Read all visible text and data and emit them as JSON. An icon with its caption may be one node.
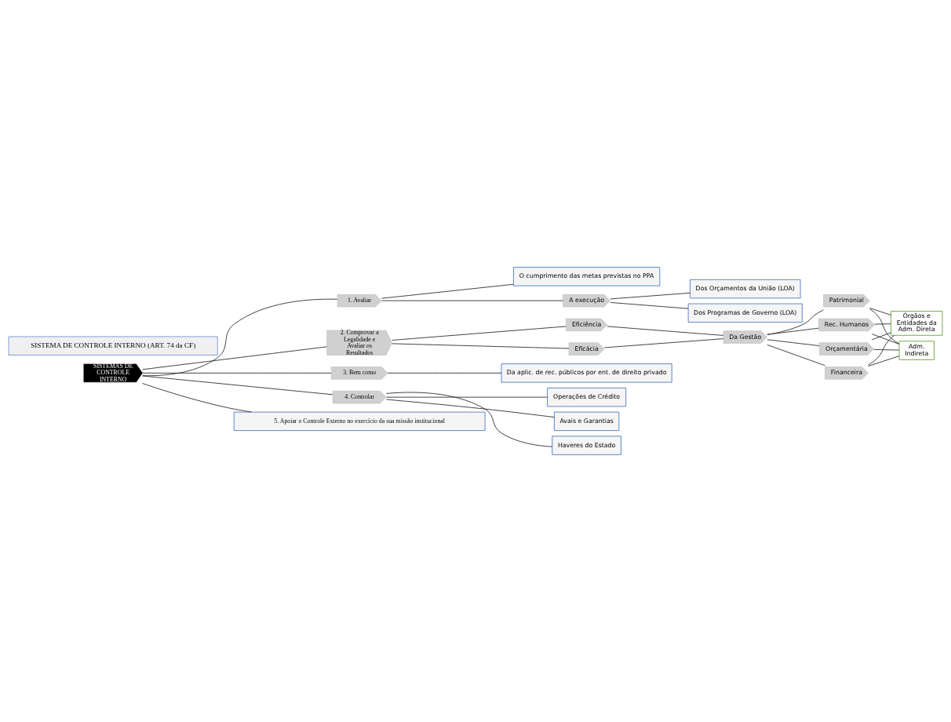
{
  "diagram": {
    "nodes": [
      {
        "text": [
          "SISTEMA DE CONTROLE INTERNO (ART. 74 da CF)"
        ]
      },
      {
        "text": [
          "SISTEMAS DE CONTROLE INTERNO"
        ]
      },
      {
        "text": [
          "1. Avaliar"
        ]
      },
      {
        "text": [
          "O cumprimento das metas previstas no PPA"
        ]
      },
      {
        "text": [
          "A execução"
        ]
      },
      {
        "text": [
          "Dos Programas de Governo (LOA)"
        ]
      },
      {
        "text": [
          "Dos Orçamentos da União (LOA)"
        ]
      },
      {
        "text": [
          "2. Comprovar a Legalidade e Avaliar os Resultados"
        ]
      },
      {
        "text": [
          "Eficiência"
        ]
      },
      {
        "text": [
          "Eficácia"
        ]
      },
      {
        "text": [
          "Da Gestão"
        ]
      },
      {
        "text": [
          "Orçamentária"
        ]
      },
      {
        "text": [
          "Financeira"
        ]
      },
      {
        "text": [
          "Patrimonial"
        ]
      },
      {
        "text": [
          "Rec. Humanos"
        ]
      },
      {
        "text": [
          "Órgãos e Entidades da Adm. Direta"
        ]
      },
      {
        "text": [
          "Adm. Indireta"
        ]
      },
      {
        "text": [
          "3. Bem como"
        ]
      },
      {
        "text": [
          "Da aplic. de rec. públicos por ent. de direito privado"
        ]
      },
      {
        "text": [
          "4. Controlar"
        ]
      },
      {
        "text": [
          "Operações de Crédito"
        ]
      },
      {
        "text": [
          "Avais e Garantias"
        ]
      },
      {
        "text": [
          "Haveres do Estado"
        ]
      },
      {
        "text": [
          "5. Apoiar o Controle Externo no exercício da sua missão institucional"
        ]
      }
    ],
    "edges": [
      {
        "from": 1,
        "to": 2,
        "arrow": "none"
      },
      {
        "from": 1,
        "to": 7,
        "arrow": "none"
      },
      {
        "from": 1,
        "to": 17,
        "arrow": "none"
      },
      {
        "from": 1,
        "to": 19,
        "arrow": "none"
      },
      {
        "from": 1,
        "to": 23,
        "arrow": "none"
      },
      {
        "from": 2,
        "to": 3,
        "arrow": "none"
      },
      {
        "from": 2,
        "to": 4,
        "arrow": "none"
      },
      {
        "from": 4,
        "to": 5,
        "arrow": "none"
      },
      {
        "from": 4,
        "to": 6,
        "arrow": "none"
      },
      {
        "from": 7,
        "to": 8,
        "arrow": "none"
      },
      {
        "from": 7,
        "to": 9,
        "arrow": "none"
      },
      {
        "from": 8,
        "to": 10,
        "arrow": "none"
      },
      {
        "from": 9,
        "to": 10,
        "arrow": "none"
      },
      {
        "from": 10,
        "to": 11,
        "arrow": "none"
      },
      {
        "from": 10,
        "to": 12,
        "arrow": "none"
      },
      {
        "from": 10,
        "to": 13,
        "arrow": "none"
      },
      {
        "from": 10,
        "to": 14,
        "arrow": "none"
      },
      {
        "from": 11,
        "to": 15,
        "arrow": "none"
      },
      {
        "from": 11,
        "to": 16,
        "arrow": "none"
      },
      {
        "from": 12,
        "to": 15,
        "arrow": "none"
      },
      {
        "from": 12,
        "to": 16,
        "arrow": "none"
      },
      {
        "from": 13,
        "to": 15,
        "arrow": "none"
      },
      {
        "from": 13,
        "to": 16,
        "arrow": "none"
      },
      {
        "from": 14,
        "to": 15,
        "arrow": "none"
      },
      {
        "from": 14,
        "to": 16,
        "arrow": "none"
      },
      {
        "from": 17,
        "to": 18,
        "arrow": "none"
      },
      {
        "from": 19,
        "to": 20,
        "arrow": "none"
      },
      {
        "from": 19,
        "to": 21,
        "arrow": "none"
      },
      {
        "from": 19,
        "to": 22,
        "arrow": "none"
      }
    ]
  }
}
